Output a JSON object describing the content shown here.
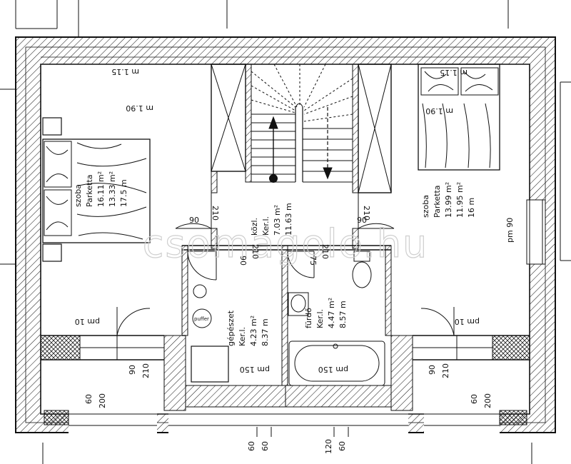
{
  "rooms": {
    "left_bedroom": {
      "name": "szoba",
      "floor": "Parketta",
      "area_1": "16.11 m²",
      "area_2": "13.33 m²",
      "perimeter": "17.5 m"
    },
    "right_bedroom": {
      "name": "szoba",
      "floor": "Parketta",
      "area_1": "13.99 m²",
      "area_2": "11.95 m²",
      "perimeter": "16 m"
    },
    "hall": {
      "name": "közl.",
      "floor": "Ker.l.",
      "area_1": "7.03 m²",
      "area_2": "11.63 m"
    },
    "mechanical": {
      "name": "gépészet",
      "floor": "Ker.l.",
      "area_1": "4.23 m²",
      "area_2": "8.37 m"
    },
    "bath": {
      "name": "fürdő",
      "floor": "Ker.l.",
      "area_1": "4.47 m²",
      "area_2": "8.57 m"
    }
  },
  "labels": {
    "puffer": "puffer",
    "bed_left_size_a": "m 1.15",
    "bed_left_size_b": "m 1.90",
    "bed_right_size_a": "m 1.15",
    "bed_right_size_b": "m 1.90",
    "window_right": "pm 90",
    "window_left_low": "pm 10",
    "window_right_low": "pm 10",
    "mech_window": "pm 150",
    "bath_window": "pm 150"
  },
  "dimensions": {
    "door_left_top": "210",
    "door_left_bot": "90",
    "door_right_top": "210",
    "door_right_bot": "90",
    "mech_door_w": "90",
    "mech_door_h": "210",
    "bath_door_w": "75",
    "bath_door_h": "210",
    "bottom_left_a": "90",
    "bottom_left_b": "210",
    "bottom_left_c": "60",
    "bottom_left_d": "200",
    "bottom_right_a": "90",
    "bottom_right_b": "210",
    "bottom_right_c": "60",
    "bottom_right_d": "200",
    "bottom_mech_a": "60",
    "bottom_mech_b": "60",
    "bottom_bath_a": "120",
    "bottom_bath_b": "60"
  },
  "watermark": "csomagolo.hu",
  "colors": {
    "line": "#111111",
    "hatch": "#222222",
    "watermark": "#cfcfcf"
  }
}
